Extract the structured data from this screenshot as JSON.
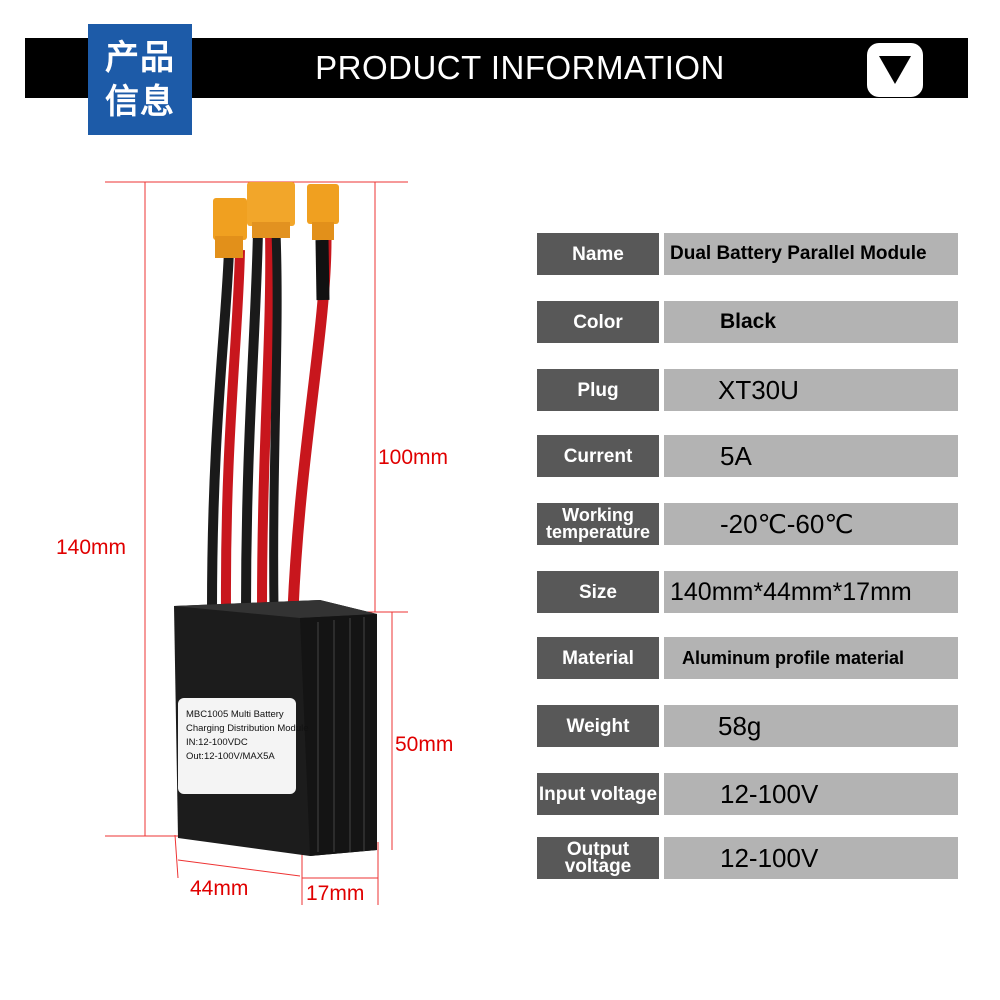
{
  "header": {
    "badge_line1": "产品",
    "badge_line2": "信息",
    "title": "PRODUCT INFORMATION",
    "arrow_icon": "down-triangle-icon"
  },
  "specs": [
    {
      "label": "Name",
      "value": "Dual Battery Parallel Module"
    },
    {
      "label": "Color",
      "value": "Black"
    },
    {
      "label": "Plug",
      "value": "XT30U"
    },
    {
      "label": "Current",
      "value": "5A"
    },
    {
      "label": "Working temperature",
      "value": "-20℃-60℃"
    },
    {
      "label": "Size",
      "value": "140mm*44mm*17mm"
    },
    {
      "label": "Material",
      "value": "Aluminum profile material"
    },
    {
      "label": "Weight",
      "value": "58g"
    },
    {
      "label": "Input voltage",
      "value": "12-100V"
    },
    {
      "label": "Output voltage",
      "value": "12-100V"
    }
  ],
  "dimensions": {
    "total_height": "140mm",
    "cable_length": "100mm",
    "body_height": "50mm",
    "width": "44mm",
    "thickness": "17mm"
  },
  "sticker": {
    "line1": "MBC1005   Multi Battery",
    "line2": "Charging Distribution Module",
    "line3": "IN:12-100VDC",
    "line4": "Out:12-100V/MAX5A"
  },
  "colors": {
    "badge_blue": "#1d5ba8",
    "label_gray": "#585858",
    "value_gray": "#b3b3b3",
    "dimension_red": "#e00000"
  }
}
